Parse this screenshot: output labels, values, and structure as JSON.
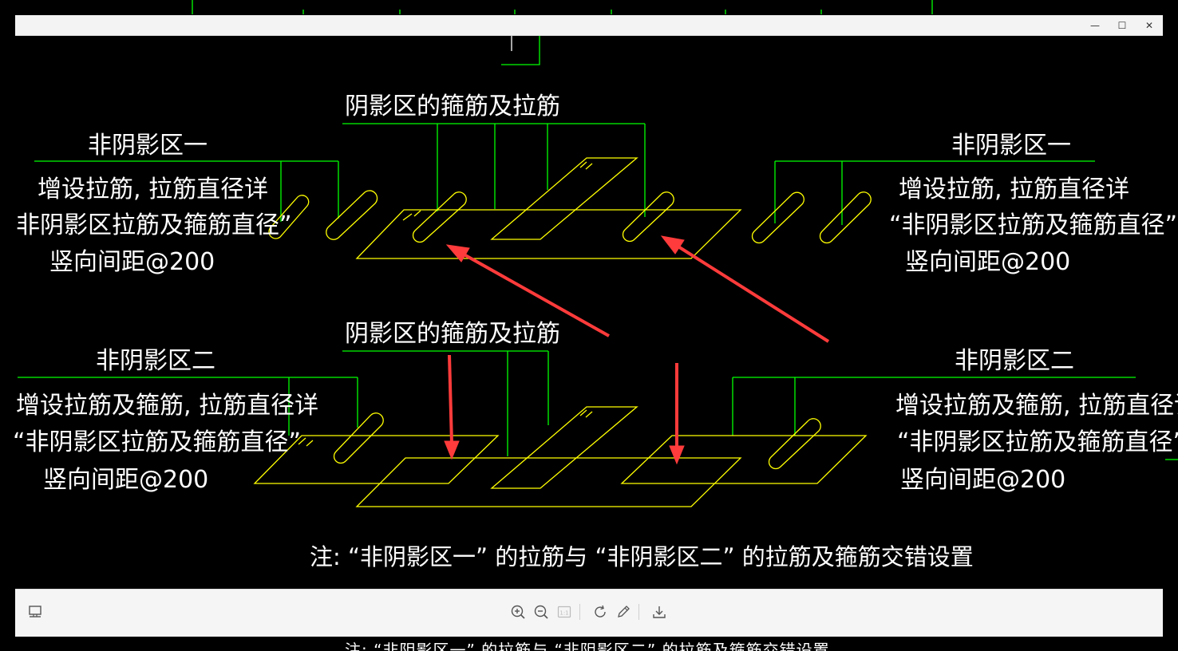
{
  "window": {
    "controls": {
      "minimize": "—",
      "maximize": "☐",
      "close": "✕"
    }
  },
  "drawing": {
    "top_group": {
      "shadow_label": "阴影区的箍筋及拉筋",
      "left_region_title": "非阴影区一",
      "left_note_line1": "增设拉筋, 拉筋直径详",
      "left_note_line2": "非阴影区拉筋及箍筋直径”",
      "left_note_line3": "竖向间距@200",
      "right_region_title": "非阴影区一",
      "right_note_line1": "增设拉筋, 拉筋直径详",
      "right_note_line2": "“非阴影区拉筋及箍筋直径”",
      "right_note_line3": "竖向间距@200"
    },
    "bottom_group": {
      "shadow_label": "阴影区的箍筋及拉筋",
      "left_region_title": "非阴影区二",
      "left_note_line1": "增设拉筋及箍筋, 拉筋直径详",
      "left_note_line2": "“非阴影区拉筋及箍筋直径”",
      "left_note_line3": "竖向间距@200",
      "right_region_title": "非阴影区二",
      "right_note_line1": "增设拉筋及箍筋, 拉筋直径详",
      "right_note_line2": "“非阴影区拉筋及箍筋直径”",
      "right_note_line3": "竖向间距@200"
    },
    "footnote": "注: “非阴影区一” 的拉筋与 “非阴影区二” 的拉筋及箍筋交错设置",
    "colors": {
      "leader": "#00ff00",
      "rebar": "#ffff00",
      "text": "#ffffff",
      "arrow": "#ff3b3b",
      "background": "#000000"
    }
  },
  "toolbar": {
    "icons": [
      "thumbnail-icon",
      "zoom-in-icon",
      "zoom-out-icon",
      "actual-size-icon",
      "rotate-icon",
      "edit-icon",
      "download-icon"
    ],
    "actual_size_label": "1:1"
  },
  "background_caption": "注: “非阴影区一” 的拉筋与 “非阴影区二” 的拉筋及箍筋交错设置"
}
